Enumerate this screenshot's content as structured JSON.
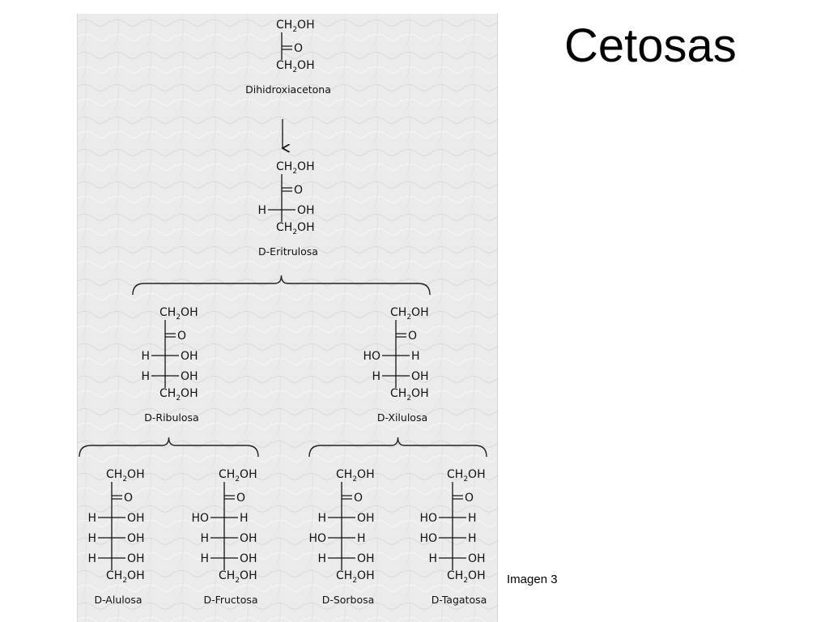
{
  "slide": {
    "title": "Cetosas",
    "caption": "Imagen 3"
  },
  "diagram": {
    "arrow_label": "",
    "nodes": [
      {
        "id": "dha",
        "name": "Dihidroxiacetona",
        "top": "CH2OH",
        "carbonyl": "O",
        "rows": [],
        "bottom": "CH2OH"
      },
      {
        "id": "eri",
        "name": "D-Eritrulosa",
        "top": "CH2OH",
        "carbonyl": "O",
        "rows": [
          [
            "H",
            "OH"
          ]
        ],
        "bottom": "CH2OH"
      },
      {
        "id": "rib",
        "name": "D-Ribulosa",
        "top": "CH2OH",
        "carbonyl": "O",
        "rows": [
          [
            "H",
            "OH"
          ],
          [
            "H",
            "OH"
          ]
        ],
        "bottom": "CH2OH"
      },
      {
        "id": "xil",
        "name": "D-Xilulosa",
        "top": "CH2OH",
        "carbonyl": "O",
        "rows": [
          [
            "HO",
            "H"
          ],
          [
            "H",
            "OH"
          ]
        ],
        "bottom": "CH2OH"
      },
      {
        "id": "alu",
        "name": "D-Alulosa",
        "top": "CH2OH",
        "carbonyl": "O",
        "rows": [
          [
            "H",
            "OH"
          ],
          [
            "H",
            "OH"
          ],
          [
            "H",
            "OH"
          ]
        ],
        "bottom": "CH2OH"
      },
      {
        "id": "fru",
        "name": "D-Fructosa",
        "top": "CH2OH",
        "carbonyl": "O",
        "rows": [
          [
            "HO",
            "H"
          ],
          [
            "H",
            "OH"
          ],
          [
            "H",
            "OH"
          ]
        ],
        "bottom": "CH2OH"
      },
      {
        "id": "sor",
        "name": "D-Sorbosa",
        "top": "CH2OH",
        "carbonyl": "O",
        "rows": [
          [
            "H",
            "OH"
          ],
          [
            "HO",
            "H"
          ],
          [
            "H",
            "OH"
          ]
        ],
        "bottom": "CH2OH"
      },
      {
        "id": "tag",
        "name": "D-Tagatosa",
        "top": "CH2OH",
        "carbonyl": "O",
        "rows": [
          [
            "HO",
            "H"
          ],
          [
            "HO",
            "H"
          ],
          [
            "H",
            "OH"
          ]
        ],
        "bottom": "CH2OH"
      }
    ],
    "edges": [
      {
        "from": "dha",
        "to": "eri",
        "kind": "arrow"
      },
      {
        "from": "eri",
        "to": [
          "rib",
          "xil"
        ],
        "kind": "brace"
      },
      {
        "from": "rib",
        "to": [
          "alu",
          "fru"
        ],
        "kind": "brace"
      },
      {
        "from": "xil",
        "to": [
          "sor",
          "tag"
        ],
        "kind": "brace"
      }
    ]
  }
}
